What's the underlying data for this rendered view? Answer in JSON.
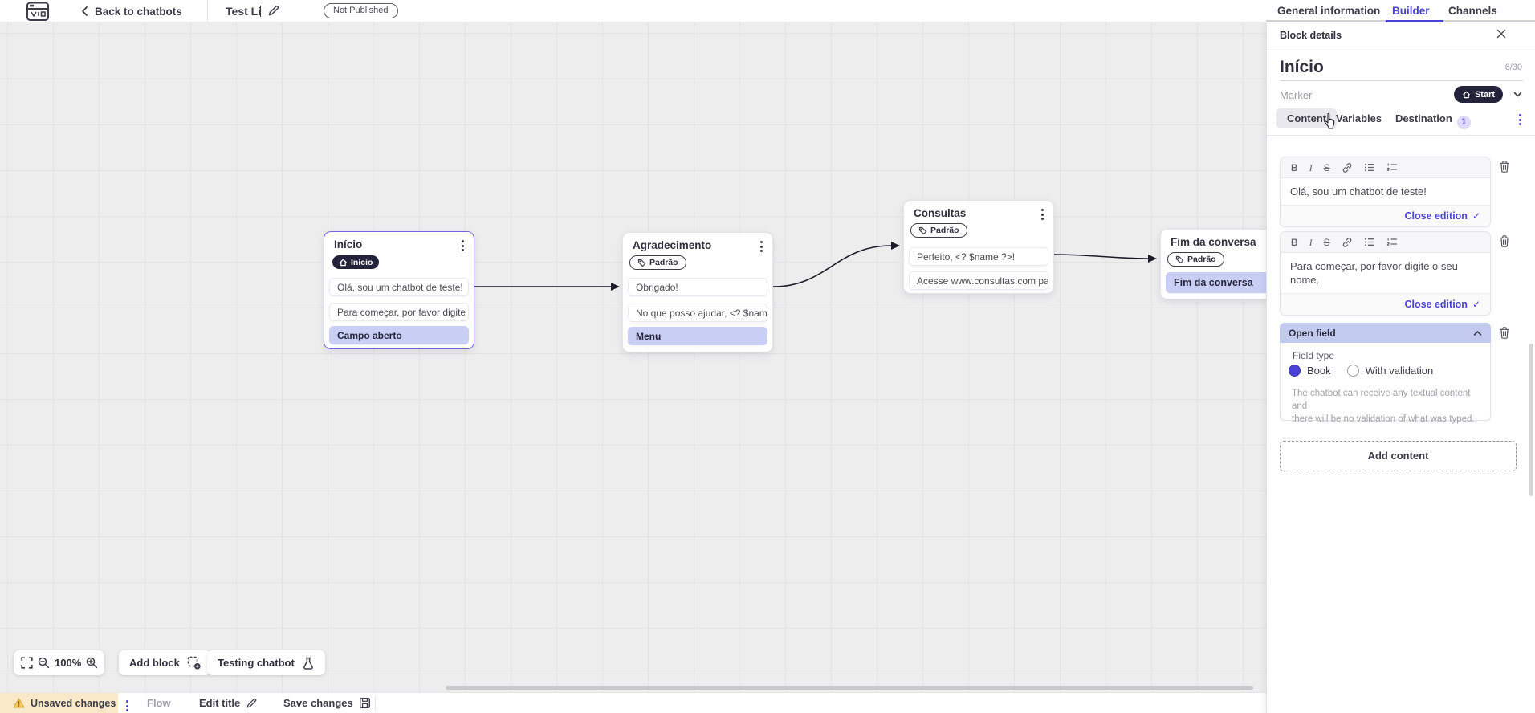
{
  "topbar": {
    "back_label": "Back to chatbots",
    "title": "Test Li",
    "status_badge": "Not Published",
    "tabs": [
      {
        "label": "General information",
        "active": false
      },
      {
        "label": "Builder",
        "active": true
      },
      {
        "label": "Channels",
        "active": false
      }
    ]
  },
  "canvas": {
    "blocks": [
      {
        "title": "Início",
        "marker": "Início",
        "cards": [
          "Olá, sou um chatbot de teste!",
          "Para começar, por favor digite o ...",
          "Campo aberto"
        ]
      },
      {
        "title": "Agradecimento",
        "marker": "Padrão",
        "cards": [
          "Obrigado!",
          "No que posso ajudar, <? $name ...",
          "Menu"
        ]
      },
      {
        "title": "Consultas",
        "marker": "Padrão",
        "cards": [
          "Perfeito, <? $name ?>!",
          "Acesse www.consultas.com par..."
        ]
      },
      {
        "title": "Fim da conversa",
        "marker": "Padrão",
        "cards": [
          "Fim da conversa"
        ]
      }
    ],
    "toolbar": {
      "zoom_level": "100%",
      "add_block_label": "Add block",
      "testing_label": "Testing chatbot"
    }
  },
  "statusbar": {
    "unsaved_label": "Unsaved changes",
    "flow_label": "Flow",
    "edit_title_label": "Edit title",
    "save_label": "Save changes"
  },
  "panel": {
    "header": "Block details",
    "title_value": "Início",
    "title_counter": "6/30",
    "marker_label": "Marker",
    "marker_value": "Start",
    "tabs": {
      "content": "Content",
      "variables": "Variables",
      "destination": "Destination",
      "destination_count": "1"
    },
    "editors": [
      {
        "text": "Olá, sou um chatbot de teste!",
        "close_label": "Close edition"
      },
      {
        "text": "Para começar, por favor digite o seu nome.",
        "close_label": "Close edition"
      }
    ],
    "open_field": {
      "header": "Open field",
      "field_type_label": "Field type",
      "options": [
        {
          "label": "Book",
          "selected": true
        },
        {
          "label": "With validation",
          "selected": false
        }
      ],
      "description_line1": "The chatbot can receive any textual content and",
      "description_line2": "there will be no validation of what was typed."
    },
    "add_content_label": "Add content"
  },
  "icons": {
    "bold": "B",
    "italic": "I",
    "strike": "S",
    "check": "✓"
  },
  "colors": {
    "accent": "#4b43d6",
    "dark_pill": "#23233c",
    "purple_card": "#c9cff4",
    "selected_border": "#7168e0",
    "warning_bg": "#f9e9c9",
    "canvas_bg": "#ededee"
  }
}
